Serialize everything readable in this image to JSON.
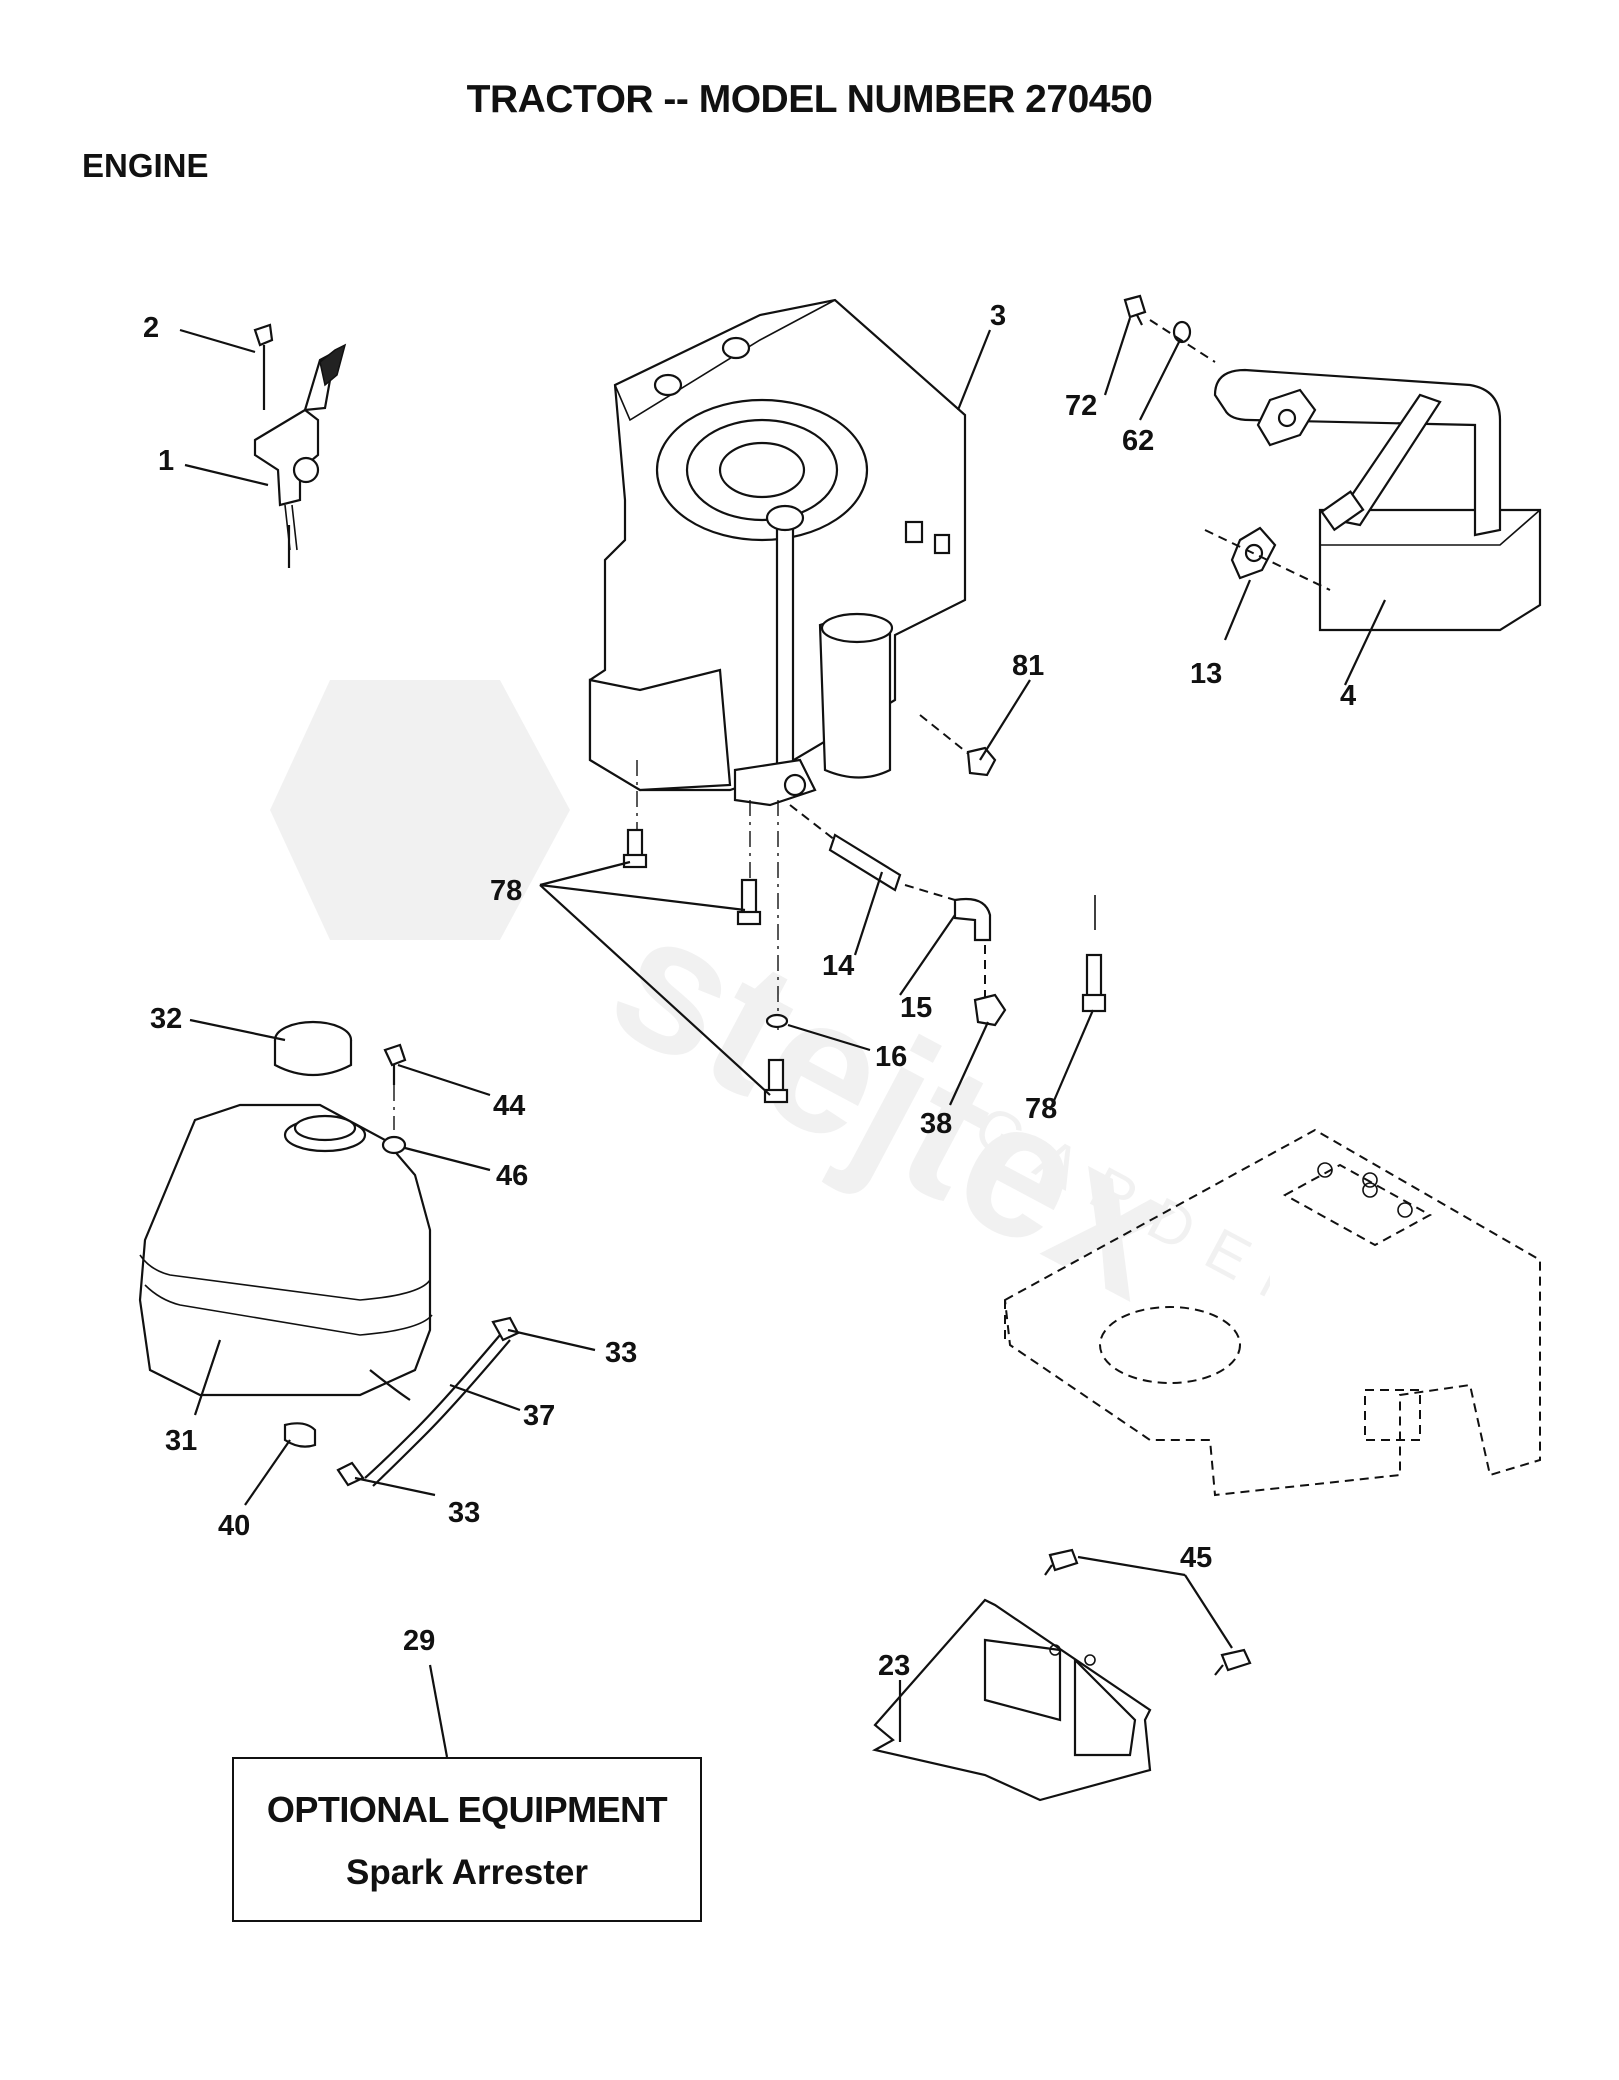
{
  "header": {
    "title": "TRACTOR -- MODEL NUMBER 270450",
    "section": "ENGINE"
  },
  "optional_box": {
    "line1": "OPTIONAL EQUIPMENT",
    "line2": "Spark Arrester"
  },
  "callouts": {
    "c1": "1",
    "c2": "2",
    "c3": "3",
    "c4": "4",
    "c13": "13",
    "c14": "14",
    "c15": "15",
    "c16": "16",
    "c23": "23",
    "c29": "29",
    "c31": "31",
    "c32": "32",
    "c33a": "33",
    "c33b": "33",
    "c37": "37",
    "c38": "38",
    "c40": "40",
    "c44": "44",
    "c45": "45",
    "c46": "46",
    "c62": "62",
    "c72": "72",
    "c78a": "78",
    "c78b": "78",
    "c81": "81"
  },
  "watermark": {
    "text": "stejtex",
    "subtext": "GARDEN"
  }
}
